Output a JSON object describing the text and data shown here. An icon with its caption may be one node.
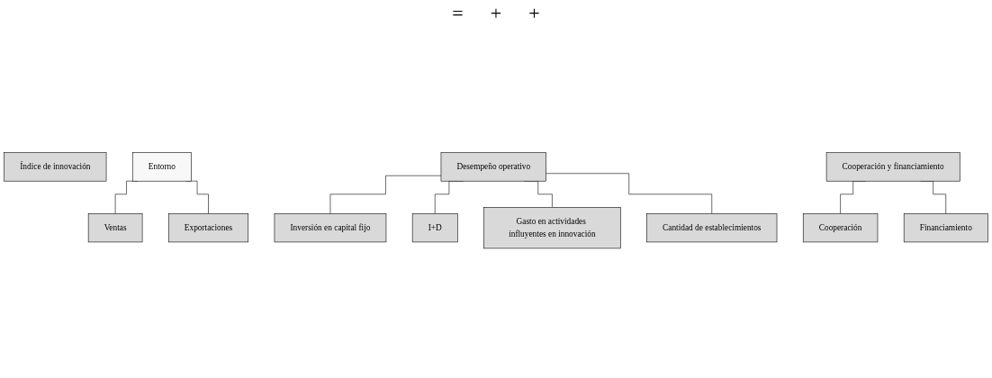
{
  "diagram": {
    "nodes": [
      {
        "text": [
          "Índice de innovación"
        ]
      },
      {
        "text": [
          "Entorno"
        ]
      },
      {
        "text": [
          "Ventas"
        ]
      },
      {
        "text": [
          "Exportaciones"
        ]
      },
      {
        "text": [
          "Desempeño operativo"
        ]
      },
      {
        "text": [
          "Inversión en capital fijo"
        ]
      },
      {
        "text": [
          "I+D"
        ]
      },
      {
        "text": [
          "Gasto en actividades influyentes en innovación"
        ]
      },
      {
        "text": [
          "Cantidad de establecimientos"
        ]
      },
      {
        "text": [
          "Cooperación y financiamiento"
        ]
      },
      {
        "text": [
          "Cooperación"
        ]
      },
      {
        "text": [
          "Financiamiento"
        ]
      }
    ],
    "edges": [
      {
        "from": 1,
        "to": 2,
        "arrow": "none"
      },
      {
        "from": 1,
        "to": 3,
        "arrow": "none"
      },
      {
        "from": 4,
        "to": 5,
        "arrow": "none"
      },
      {
        "from": 4,
        "to": 6,
        "arrow": "none"
      },
      {
        "from": 4,
        "to": 7,
        "arrow": "none"
      },
      {
        "from": 4,
        "to": 8,
        "arrow": "none"
      },
      {
        "from": 9,
        "to": 10,
        "arrow": "none"
      },
      {
        "from": 9,
        "to": 11,
        "arrow": "none"
      }
    ],
    "labels": [
      "=",
      "+",
      "+"
    ]
  }
}
